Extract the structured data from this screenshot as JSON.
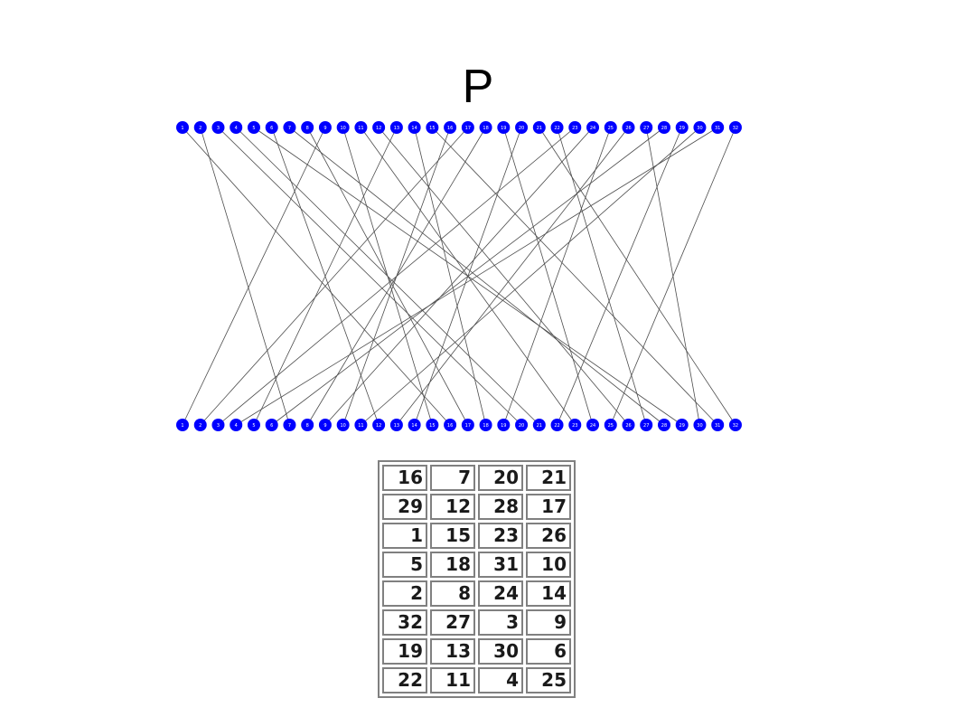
{
  "title": "P",
  "colors": {
    "node": "#0000ff",
    "edge": "#4d4d4d",
    "node_label": "#ffffff"
  },
  "graph": {
    "node_count": 32,
    "top_labels": [
      "1",
      "2",
      "3",
      "4",
      "5",
      "6",
      "7",
      "8",
      "9",
      "10",
      "11",
      "12",
      "13",
      "14",
      "15",
      "16",
      "17",
      "18",
      "19",
      "20",
      "21",
      "22",
      "23",
      "24",
      "25",
      "26",
      "27",
      "28",
      "29",
      "30",
      "31",
      "32"
    ],
    "bottom_labels": [
      "1",
      "2",
      "3",
      "4",
      "5",
      "6",
      "7",
      "8",
      "9",
      "10",
      "11",
      "12",
      "13",
      "14",
      "15",
      "16",
      "17",
      "18",
      "19",
      "20",
      "21",
      "22",
      "23",
      "24",
      "25",
      "26",
      "27",
      "28",
      "29",
      "30",
      "31",
      "32"
    ],
    "permutation": [
      16,
      7,
      20,
      21,
      29,
      12,
      28,
      17,
      1,
      15,
      23,
      26,
      5,
      18,
      31,
      10,
      2,
      8,
      24,
      14,
      32,
      27,
      3,
      9,
      19,
      13,
      30,
      6,
      22,
      11,
      4,
      25
    ]
  },
  "table": {
    "rows": [
      [
        "16",
        "7",
        "20",
        "21"
      ],
      [
        "29",
        "12",
        "28",
        "17"
      ],
      [
        "1",
        "15",
        "23",
        "26"
      ],
      [
        "5",
        "18",
        "31",
        "10"
      ],
      [
        "2",
        "8",
        "24",
        "14"
      ],
      [
        "32",
        "27",
        "3",
        "9"
      ],
      [
        "19",
        "13",
        "30",
        "6"
      ],
      [
        "22",
        "11",
        "4",
        "25"
      ]
    ]
  }
}
